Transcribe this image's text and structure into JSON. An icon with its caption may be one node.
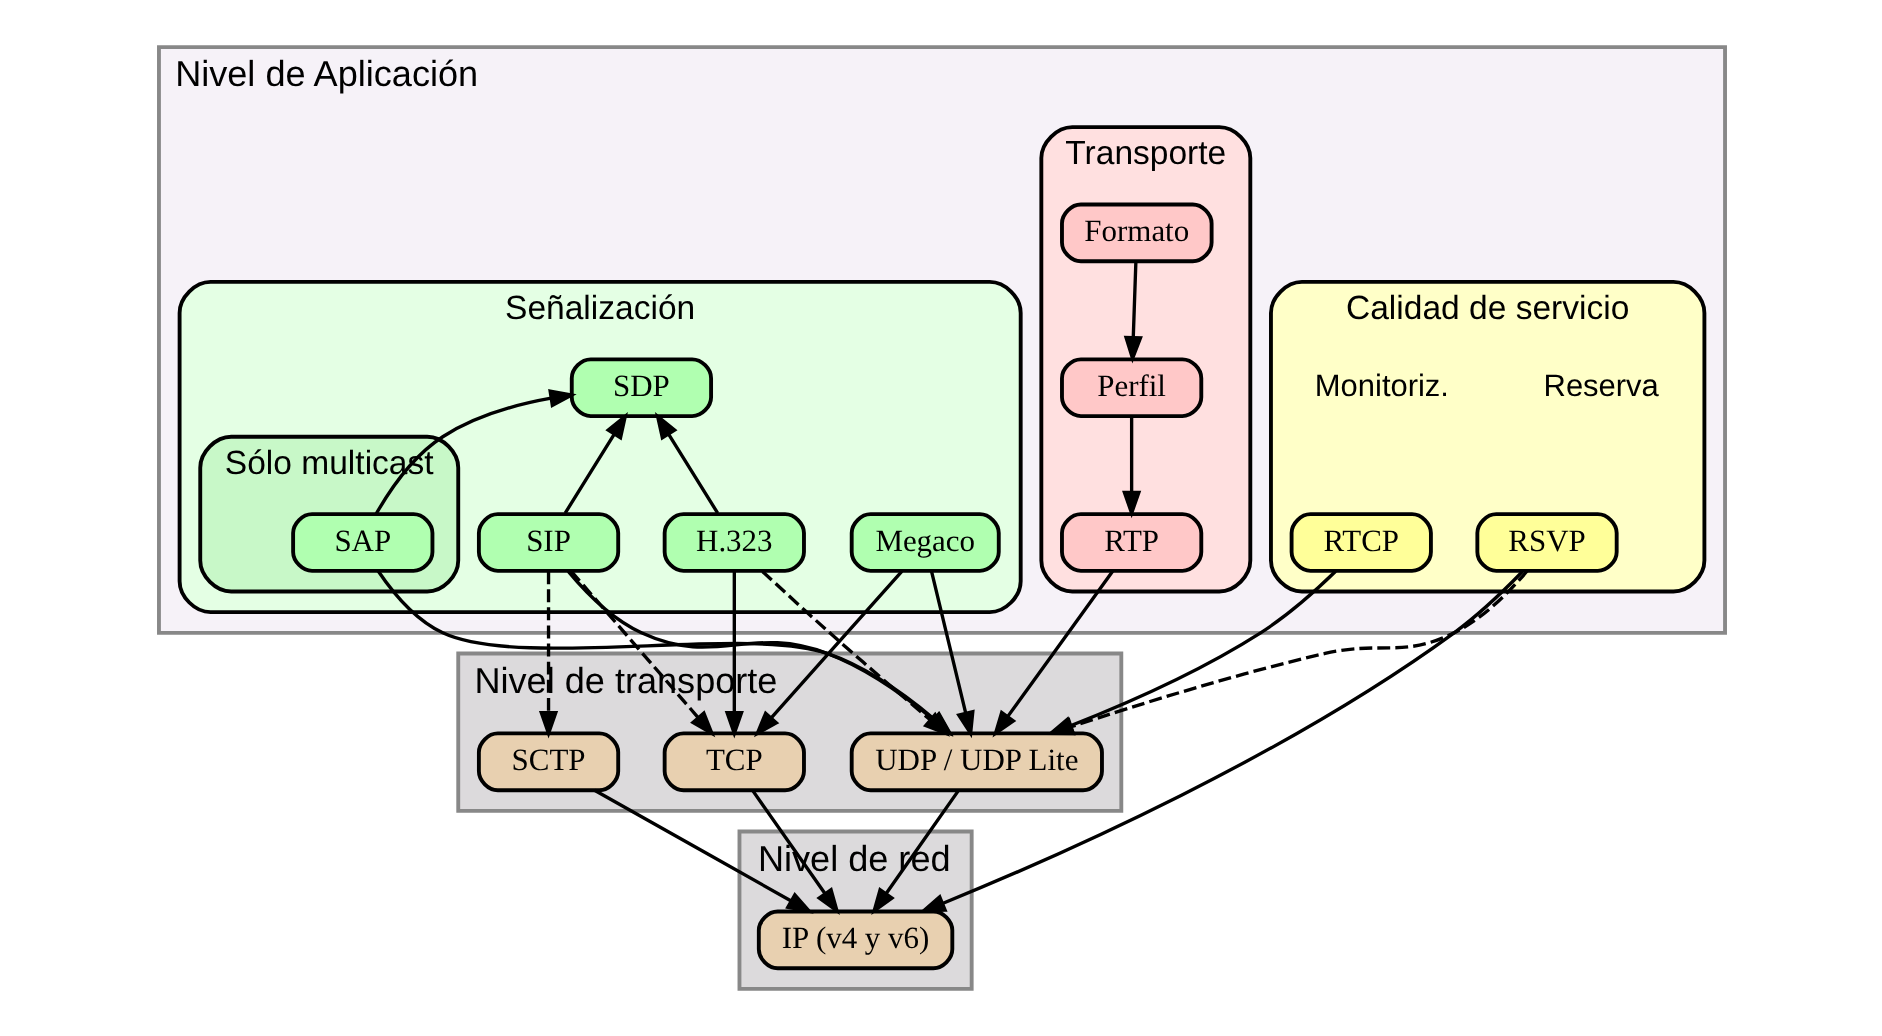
{
  "diagram": {
    "nodes": [
      {
        "text": [
          "Nivel de Aplicación"
        ]
      },
      {
        "text": [
          "Calidad de servicio"
        ],
        "in": 0
      },
      {
        "text": [
          "RSVP"
        ],
        "in": 1
      },
      {
        "text": [
          "RTCP"
        ],
        "in": 1
      },
      {
        "text": [
          "Transporte"
        ],
        "in": 0
      },
      {
        "text": [
          "Formato"
        ],
        "in": 4
      },
      {
        "text": [
          "Perfil"
        ],
        "in": 4
      },
      {
        "text": [
          "RTP"
        ],
        "in": 4
      },
      {
        "text": [
          "Señalización"
        ],
        "in": 0
      },
      {
        "text": [
          "Sólo multicast"
        ],
        "in": 8
      },
      {
        "text": [
          "SDP"
        ],
        "in": 8
      },
      {
        "text": [
          "SAP"
        ],
        "in": 9
      },
      {
        "text": [
          "SIP"
        ],
        "in": 8
      },
      {
        "text": [
          "Megaco"
        ],
        "in": 8
      },
      {
        "text": [
          "H.323"
        ],
        "in": 8
      },
      {
        "text": [
          "Nivel de transporte"
        ]
      },
      {
        "text": [
          "UDP / UDP Lite"
        ],
        "in": 15
      },
      {
        "text": [
          "SCTP"
        ],
        "in": 15
      },
      {
        "text": [
          "TCP"
        ],
        "in": 15
      },
      {
        "text": [
          "Nivel de red"
        ]
      },
      {
        "text": [
          "IP (v4 y v6)"
        ],
        "in": 19
      }
    ],
    "edges": [
      {
        "from": 5,
        "to": 6,
        "arrow": "to"
      },
      {
        "from": 6,
        "to": 7,
        "arrow": "to"
      },
      {
        "from": 11,
        "to": 10,
        "arrow": "to"
      },
      {
        "from": 12,
        "to": 10,
        "arrow": "to"
      },
      {
        "from": 14,
        "to": 10,
        "arrow": "to"
      },
      {
        "from": 2,
        "to": 20,
        "arrow": "to"
      },
      {
        "from": 2,
        "to": 16,
        "arrow": "to",
        "style": "dashed"
      },
      {
        "from": 3,
        "to": 16,
        "arrow": "to"
      },
      {
        "from": 7,
        "to": 16,
        "arrow": "to"
      },
      {
        "from": 11,
        "to": 16,
        "arrow": "to"
      },
      {
        "from": 12,
        "to": 16,
        "arrow": "to"
      },
      {
        "from": 12,
        "to": 17,
        "arrow": "to",
        "style": "dashed"
      },
      {
        "from": 12,
        "to": 18,
        "arrow": "to",
        "style": "dashed"
      },
      {
        "from": 13,
        "to": 16,
        "arrow": "to"
      },
      {
        "from": 13,
        "to": 18,
        "arrow": "to"
      },
      {
        "from": 14,
        "to": 16,
        "arrow": "to",
        "style": "dashed"
      },
      {
        "from": 14,
        "to": 18,
        "arrow": "to"
      },
      {
        "from": 16,
        "to": 20,
        "arrow": "to"
      },
      {
        "from": 17,
        "to": 20,
        "arrow": "to"
      },
      {
        "from": 18,
        "to": 20,
        "arrow": "to"
      }
    ],
    "labels": [
      "Reserva",
      "Monitoriz."
    ]
  }
}
